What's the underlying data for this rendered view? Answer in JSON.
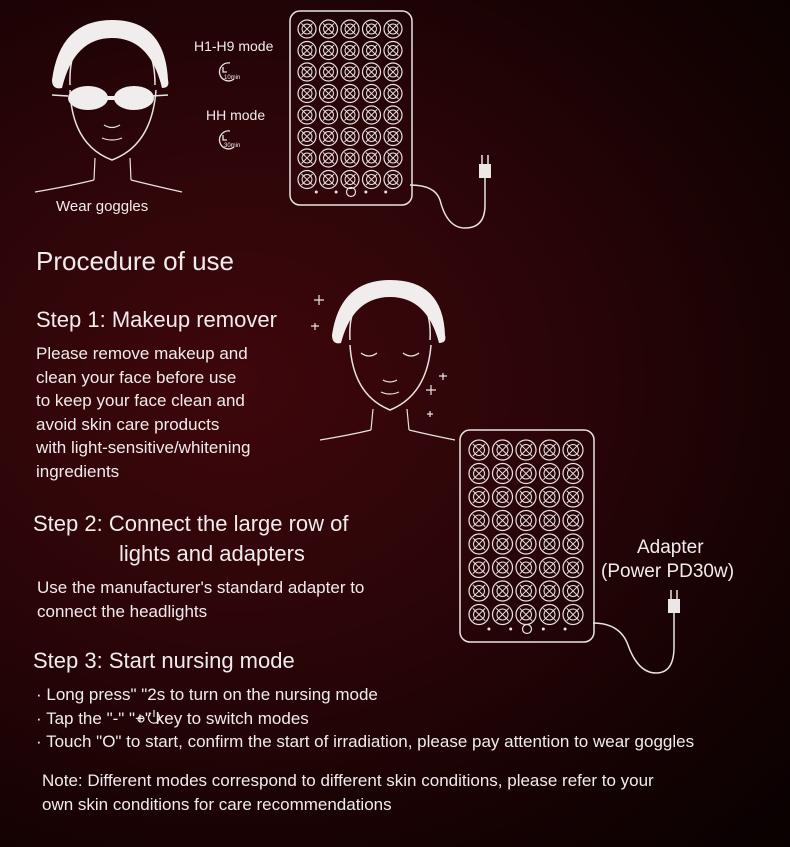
{
  "top": {
    "goggles_caption": "Wear goggles",
    "mode1_label": "H1-H9 mode",
    "mode1_time": "10min",
    "mode2_label": "HH mode",
    "mode2_time": "30min"
  },
  "procedure_title": "Procedure of use",
  "step1": {
    "title": "Step 1:  Makeup remover",
    "lines": [
      "Please remove makeup and",
      "clean your face before use",
      "to keep your face clean and",
      "avoid skin care products",
      "with light-sensitive/whitening",
      "ingredients"
    ]
  },
  "step2": {
    "title_line1": "Step 2:  Connect the large row of",
    "title_line2": "lights and adapters",
    "lines": [
      "Use the manufacturer's standard adapter to",
      "connect the headlights"
    ]
  },
  "adapter": {
    "line1": "Adapter",
    "line2": "(Power PD30w)"
  },
  "step3": {
    "title": "Step 3:  Start nursing mode",
    "bullets": [
      "· Long press\"    \"2s to turn on the nursing mode",
      "· Tap the \"-\" \"+\" key to switch modes",
      "· Touch \"O\" to start, confirm the start of irradiation, please pay attention to wear goggles"
    ]
  },
  "note": {
    "line1": "Note: Different modes correspond to different skin conditions, please refer to your",
    "line2": "own skin conditions for care recommendations"
  }
}
